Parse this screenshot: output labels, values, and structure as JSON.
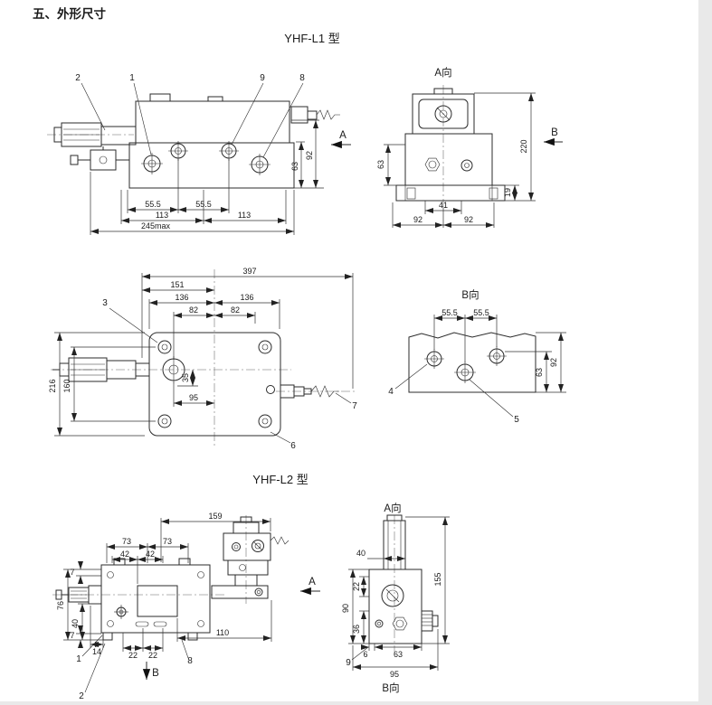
{
  "page": {
    "title": "五、外形尺寸",
    "title_color": "#8b241c"
  },
  "l1": {
    "title": "YHF-L1 型",
    "front": {
      "callout_2": "2",
      "callout_1": "1",
      "callout_9": "9",
      "callout_8": "8",
      "dim_55a": "55.5",
      "dim_55b": "55.5",
      "dim_113a": "113",
      "dim_113b": "113",
      "dim_245": "245max",
      "dim_63": "63",
      "dim_92": "92",
      "view_a": "A"
    },
    "view_a": {
      "title": "A向",
      "dim_220": "220",
      "dim_63": "63",
      "dim_41": "41",
      "dim_92a": "92",
      "dim_92b": "92",
      "dim_19": "19",
      "view_b": "B"
    },
    "top": {
      "callout_3": "3",
      "callout_6": "6",
      "callout_7": "7",
      "dim_397": "397",
      "dim_151": "151",
      "dim_136a": "136",
      "dim_136b": "136",
      "dim_82a": "82",
      "dim_82b": "82",
      "dim_216": "216",
      "dim_160": "160",
      "dim_35": "35",
      "dim_95": "95"
    },
    "view_b": {
      "title": "B向",
      "callout_4": "4",
      "callout_5": "5",
      "dim_55a": "55.5",
      "dim_55b": "55.5",
      "dim_63": "63",
      "dim_92": "92"
    }
  },
  "l2": {
    "title": "YHF-L2 型",
    "front": {
      "callout_1": "1",
      "callout_2": "2",
      "callout_8": "8",
      "dim_159": "159",
      "dim_73a": "73",
      "dim_73b": "73",
      "dim_42a": "42",
      "dim_42b": "42",
      "dim_7a": "7",
      "dim_76": "76",
      "dim_40": "40",
      "dim_7b": "7",
      "dim_14": "14",
      "dim_22a": "22",
      "dim_22b": "22",
      "dim_110": "110",
      "view_a": "A",
      "view_b": "B"
    },
    "side": {
      "title_a": "A向",
      "title_b": "B向",
      "callout_9": "9",
      "dim_40": "40",
      "dim_22": "22",
      "dim_90": "90",
      "dim_36": "36",
      "dim_155": "155",
      "dim_6": "6",
      "dim_63": "63",
      "dim_95": "95"
    }
  }
}
